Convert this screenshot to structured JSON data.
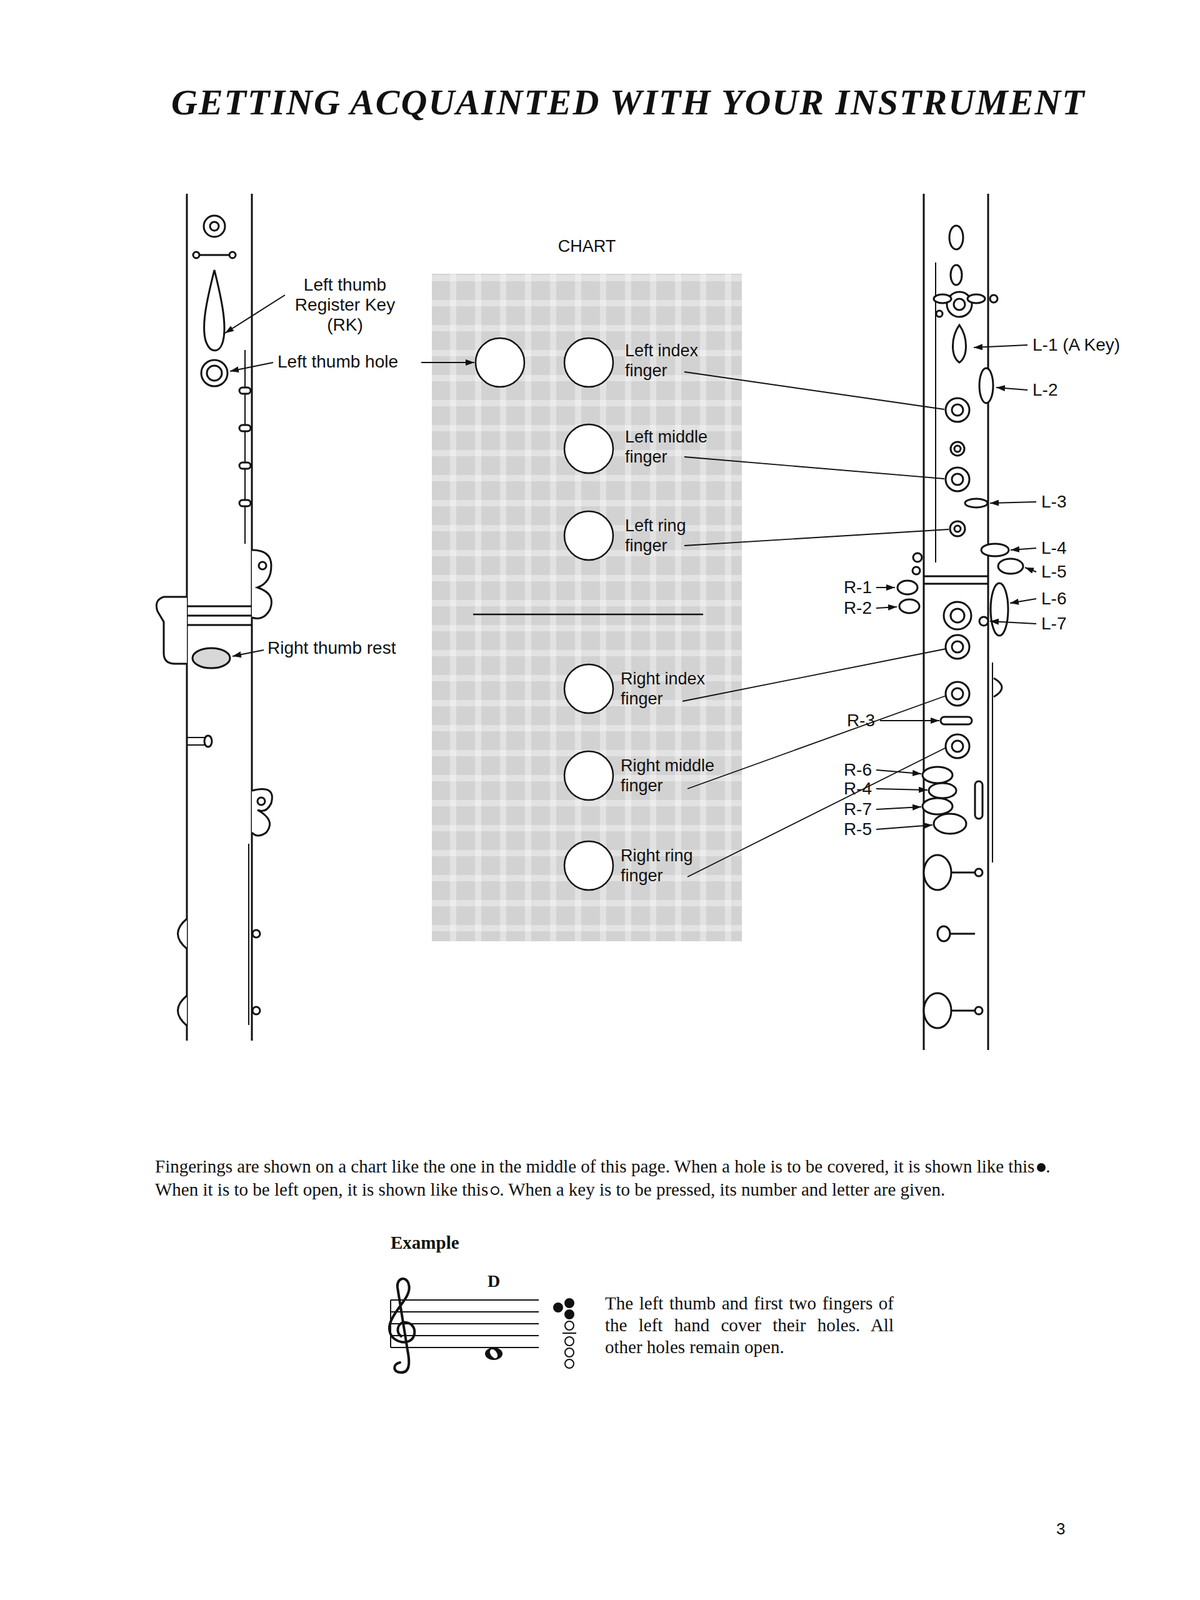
{
  "diagram": {
    "title": "GETTING ACQUAINTED WITH YOUR INSTRUMENT",
    "nodes": [
      {
        "text": [
          "CHART",
          "Left index finger",
          "Left middle finger",
          "Left ring finger",
          "Right index finger",
          "Right middle finger",
          "Right ring finger"
        ]
      }
    ],
    "labels": [
      "Left thumb Register Key (RK)",
      "Left thumb hole",
      "Right thumb rest",
      "L-1 (A Key)",
      "L-2",
      "L-3",
      "L-4",
      "L-5",
      "L-6",
      "L-7",
      "R-1",
      "R-2",
      "R-3",
      "R-6",
      "R-4",
      "R-7",
      "R-5",
      "Fingerings are shown on a chart like the one in the middle of this page. When a hole is to be covered, it is shown like this",
      ". When it is to be left open, it is shown like this",
      ". When a key is to be pressed, its number and letter are given.",
      "Example",
      "D",
      "The left thumb and first two fingers of the left hand cover their holes. All other holes remain open.",
      "3"
    ]
  }
}
